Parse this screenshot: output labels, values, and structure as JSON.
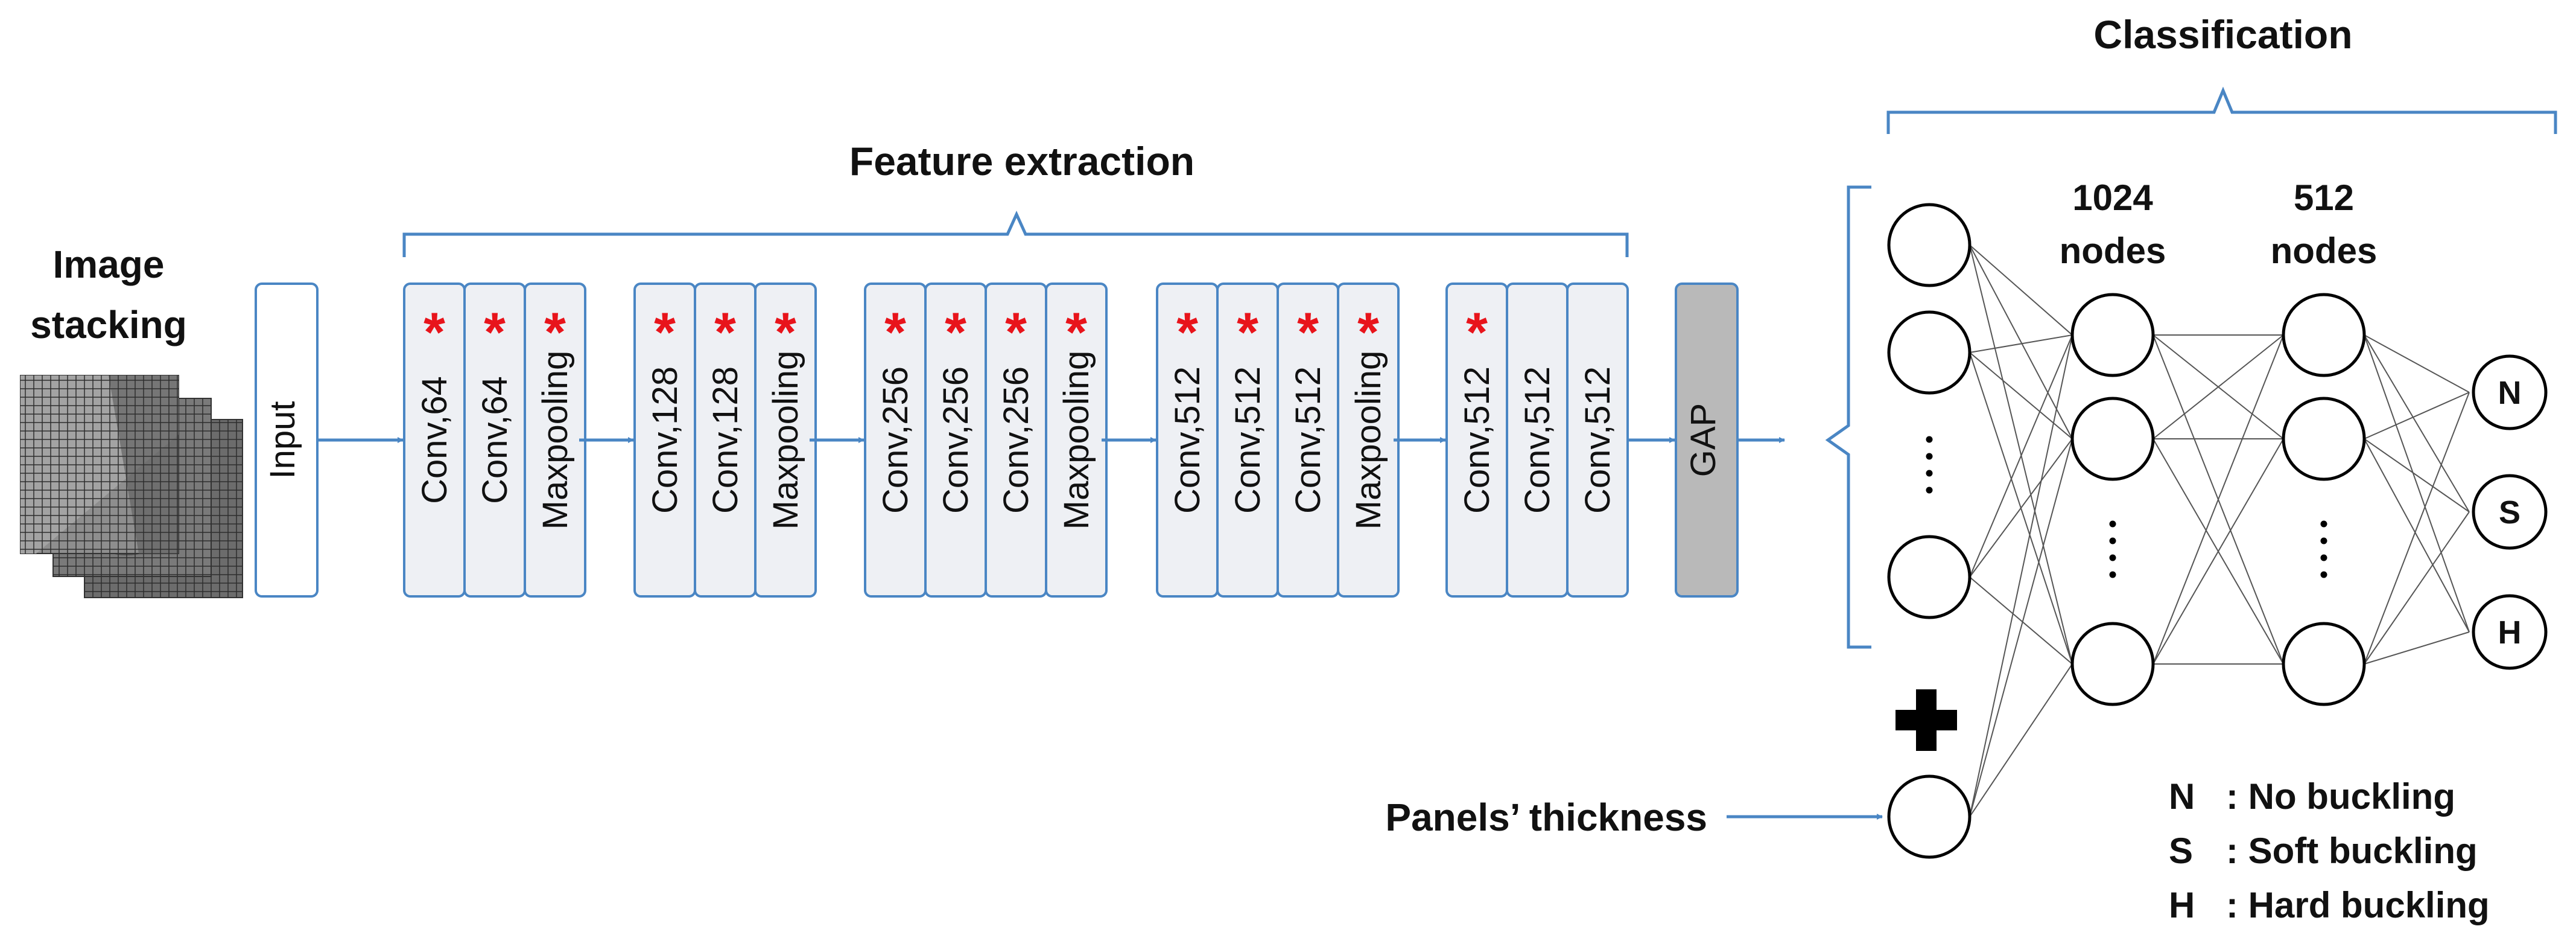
{
  "colors": {
    "accent": "#4a86c4",
    "star": "#e8141b",
    "layer_fill": "#eef0f4",
    "gap_fill": "#b9b9b9"
  },
  "image_stacking": {
    "line1": "Image",
    "line2": "stacking"
  },
  "input_label": "Input",
  "feature_extraction": {
    "title": "Feature extraction",
    "blocks": [
      [
        {
          "label": "Conv,64",
          "star": true
        },
        {
          "label": "Conv,64",
          "star": true
        },
        {
          "label": "Maxpooling",
          "star": true
        }
      ],
      [
        {
          "label": "Conv,128",
          "star": true
        },
        {
          "label": "Conv,128",
          "star": true
        },
        {
          "label": "Maxpooling",
          "star": true
        }
      ],
      [
        {
          "label": "Conv,256",
          "star": true
        },
        {
          "label": "Conv,256",
          "star": true
        },
        {
          "label": "Conv,256",
          "star": true
        },
        {
          "label": "Maxpooling",
          "star": true
        }
      ],
      [
        {
          "label": "Conv,512",
          "star": true
        },
        {
          "label": "Conv,512",
          "star": true
        },
        {
          "label": "Conv,512",
          "star": true
        },
        {
          "label": "Maxpooling",
          "star": true
        }
      ],
      [
        {
          "label": "Conv,512",
          "star": true
        },
        {
          "label": "Conv,512",
          "star": false
        },
        {
          "label": "Conv,512",
          "star": false
        }
      ]
    ],
    "star_symbol": "*"
  },
  "gap_label": "GAP",
  "classification": {
    "title": "Classification",
    "layer1_label_line1": "1024",
    "layer1_label_line2": "nodes",
    "layer2_label_line1": "512",
    "layer2_label_line2": "nodes",
    "outputs": [
      "N",
      "S",
      "H"
    ],
    "plus_symbol": "+",
    "thickness_label": "Panels’ thickness"
  },
  "legend": [
    {
      "key": "N",
      "desc": ": No buckling"
    },
    {
      "key": "S",
      "desc": ": Soft buckling"
    },
    {
      "key": "H",
      "desc": ": Hard buckling"
    }
  ]
}
